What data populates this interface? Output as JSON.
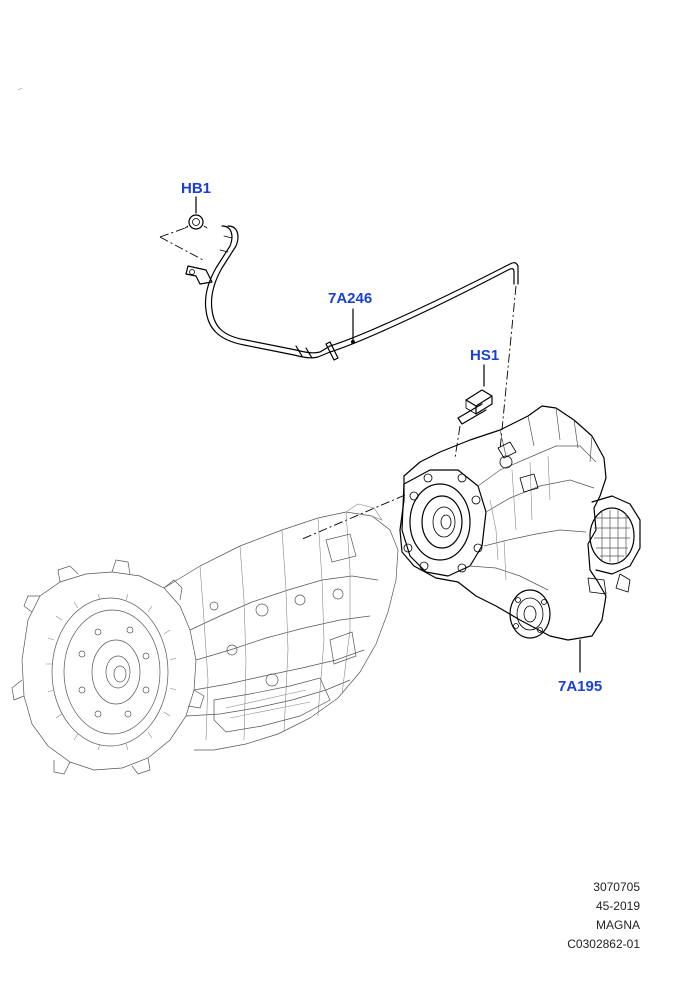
{
  "callouts": {
    "hb1": "HB1",
    "a246": "7A246",
    "hs1": "HS1",
    "a195": "7A195"
  },
  "footer": {
    "line1": "3070705",
    "line2": "45-2019",
    "line3": "MAGNA",
    "line4": "C0302862-01"
  },
  "colors": {
    "callout": "#1a3fd6",
    "linework": "#000000",
    "background": "#ffffff"
  }
}
